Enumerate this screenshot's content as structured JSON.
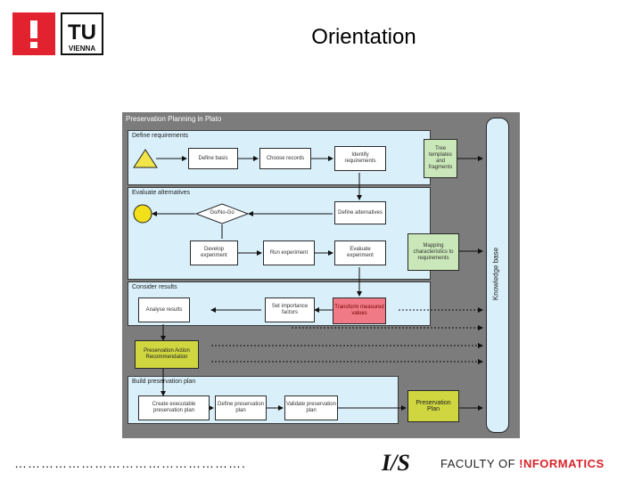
{
  "header": {
    "title": "Orientation",
    "tu_logo": {
      "line1": "TU",
      "line2": "VIENNA"
    }
  },
  "diagram": {
    "heading": "Preservation Planning in Plato",
    "sections": {
      "define": "Define requirements",
      "evaluate": "Evaluate alternatives",
      "consider": "Consider results",
      "build": "Build preservation plan"
    },
    "nodes": {
      "define_basis": "Define basis",
      "choose_records": "Choose records",
      "identify_requirements": "Identify requirements",
      "tree_templates": "Tree templates and fragments",
      "go_no_go": "Go/No-Go",
      "define_alternatives": "Define alternatives",
      "develop_experiment": "Develop experiment",
      "run_experiment": "Run experiment",
      "evaluate_experiment": "Evaluate experiment",
      "mapping": "Mapping characteristics to requirements",
      "analyse_results": "Analyse results",
      "set_importance": "Set importance factors",
      "transform_values": "Transform measured values",
      "recommendation": "Preservation Action Recommendation",
      "create_plan": "Create executable preservation plan",
      "define_plan": "Define preservation plan",
      "validate_plan": "Validate preservation plan",
      "preservation_plan": "Preservation Plan"
    },
    "knowledge_base": "Knowledge base",
    "colors": {
      "start_triangle": "#f2e54a",
      "end_circle": "#f2e01a",
      "section_bg": "#d9f0fb",
      "highlight": "#f07a86",
      "output": "#cfd640",
      "side_box": "#c9e7b8"
    }
  },
  "footer": {
    "dots": "…………………………………………….",
    "logo": "I/S",
    "faculty": "FACULTY",
    "of": "OF",
    "informatics": "!NFORMATICS"
  }
}
